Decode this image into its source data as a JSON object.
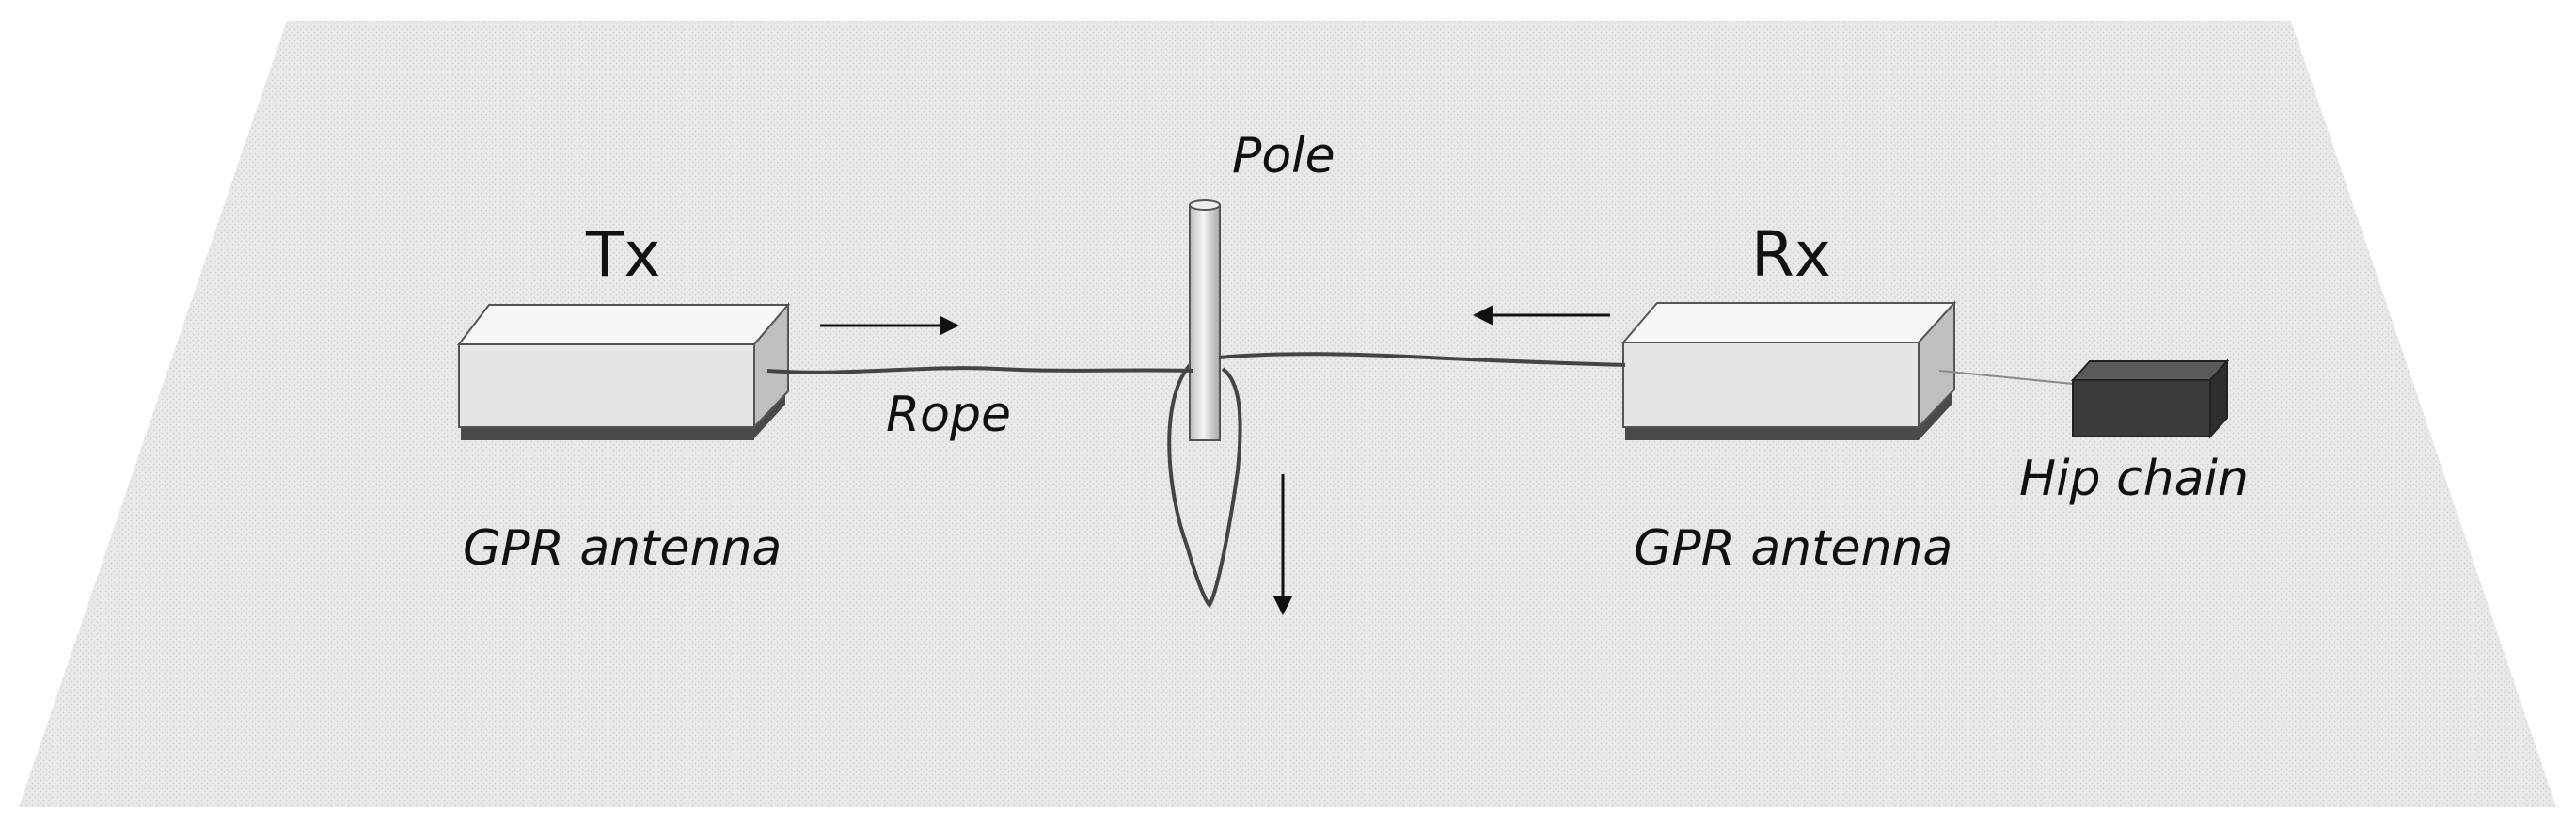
{
  "diagram": {
    "labels": {
      "tx": "Tx",
      "rx": "Rx",
      "pole": "Pole",
      "rope": "Rope",
      "tx_antenna": "GPR antenna",
      "rx_antenna": "GPR antenna",
      "hip_chain": "Hip chain"
    },
    "colors": {
      "ground": "#e9e9e9",
      "ground_dots": "#d3d3d3",
      "antenna_top": "#f7f7f7",
      "antenna_front": "#e6e6e6",
      "antenna_side": "#bfbfbf",
      "antenna_base": "#4a4a4a",
      "hip_chain_box": "#3b3b3b",
      "rope": "#444444"
    }
  }
}
